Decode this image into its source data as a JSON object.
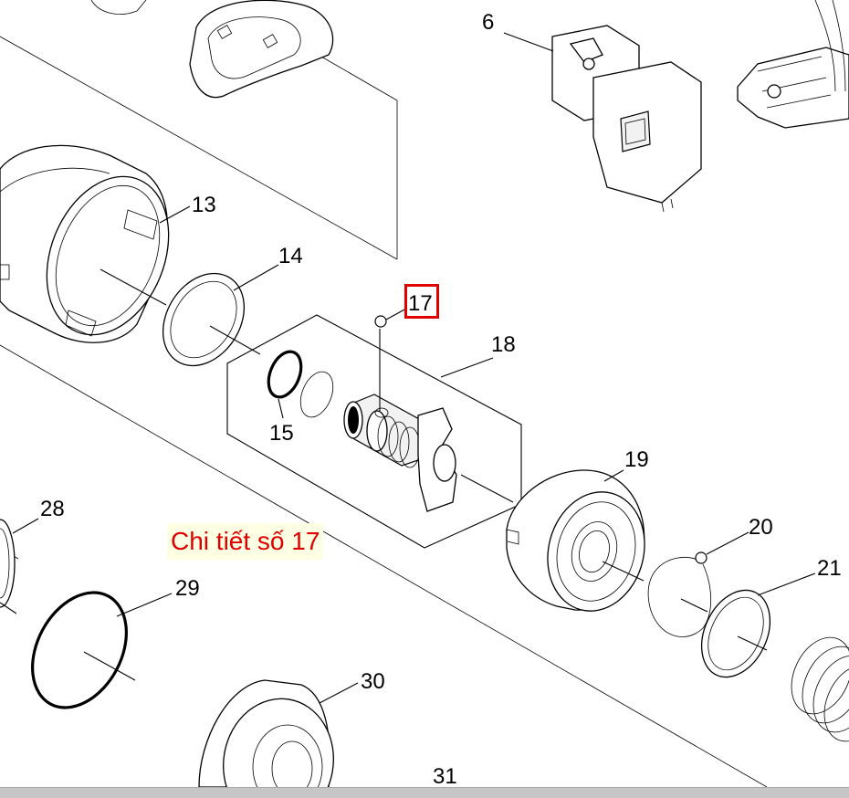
{
  "diagram": {
    "part_numbers": [
      "6",
      "13",
      "14",
      "15",
      "17",
      "18",
      "19",
      "20",
      "21",
      "28",
      "29",
      "30",
      "31"
    ],
    "highlighted_part": "17",
    "caption": "Chi tiết số 17",
    "highlight_color": "#e00000",
    "caption_background": "#ffffe4"
  }
}
